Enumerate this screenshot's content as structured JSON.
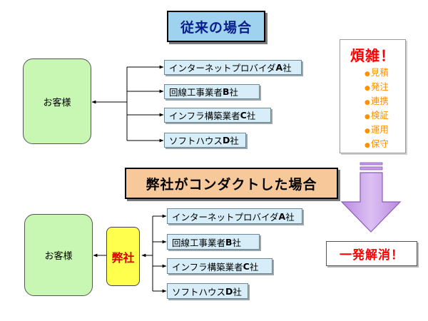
{
  "top": {
    "title": "従来の場合",
    "customer": "お客様",
    "vendors": [
      {
        "name": "インターネットプロバイダ",
        "letter": "A",
        "suffix": "社"
      },
      {
        "name": "回線工事業者",
        "letter": "B",
        "suffix": "社"
      },
      {
        "name": "インフラ構築業者",
        "letter": "C",
        "suffix": "社"
      },
      {
        "name": "ソフトハウス",
        "letter": "D",
        "suffix": "社"
      }
    ]
  },
  "bottom": {
    "title": "弊社がコンダクトした場合",
    "customer": "お客様",
    "hub": "弊社",
    "vendors": [
      {
        "name": "インターネットプロバイダ",
        "letter": "A",
        "suffix": "社"
      },
      {
        "name": "回線工事業者",
        "letter": "B",
        "suffix": "社"
      },
      {
        "name": "インフラ構築業者",
        "letter": "C",
        "suffix": "社"
      },
      {
        "name": "ソフトハウス",
        "letter": "D",
        "suffix": "社"
      }
    ]
  },
  "hanzatsu": {
    "title": "煩雑！",
    "tasks": [
      "見積",
      "発注",
      "連携",
      "検証",
      "運用",
      "保守"
    ]
  },
  "result": "一発解消！",
  "colors": {
    "arrow_fill": "#c79be6",
    "arrow_stroke": "#8a5cb5",
    "alert_red": "#ff0000",
    "task_orange": "#ff9000"
  }
}
